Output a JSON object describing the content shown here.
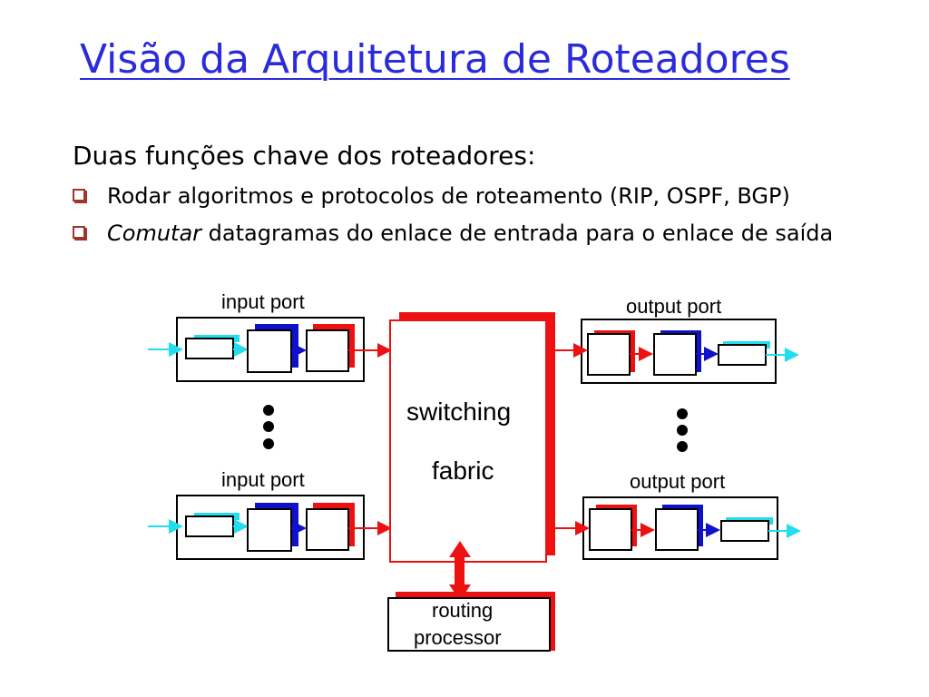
{
  "slide": {
    "title": "Visão da Arquitetura de Roteadores",
    "intro": "Duas funções chave dos roteadores:",
    "bullets": [
      {
        "text": "Rodar algoritmos e protocolos de roteamento (RIP, OSPF, BGP)"
      },
      {
        "emphasis": "Comutar",
        "text": " datagramas do enlace de entrada para o enlace de saída"
      }
    ]
  },
  "diagram": {
    "input_port_top": "input port",
    "input_port_bottom": "input port",
    "output_port_top": "output port",
    "output_port_bottom": "output port",
    "switching_fabric_line1": "switching",
    "switching_fabric_line2": "fabric",
    "routing_processor_line1": "routing",
    "routing_processor_line2": "processor",
    "colors": {
      "title": "#2b2bdc",
      "fabric": "#ee1111",
      "cyan": "#22ddee",
      "blue": "#1111cc",
      "red": "#ee1111",
      "bullet": "#a0352a"
    }
  }
}
